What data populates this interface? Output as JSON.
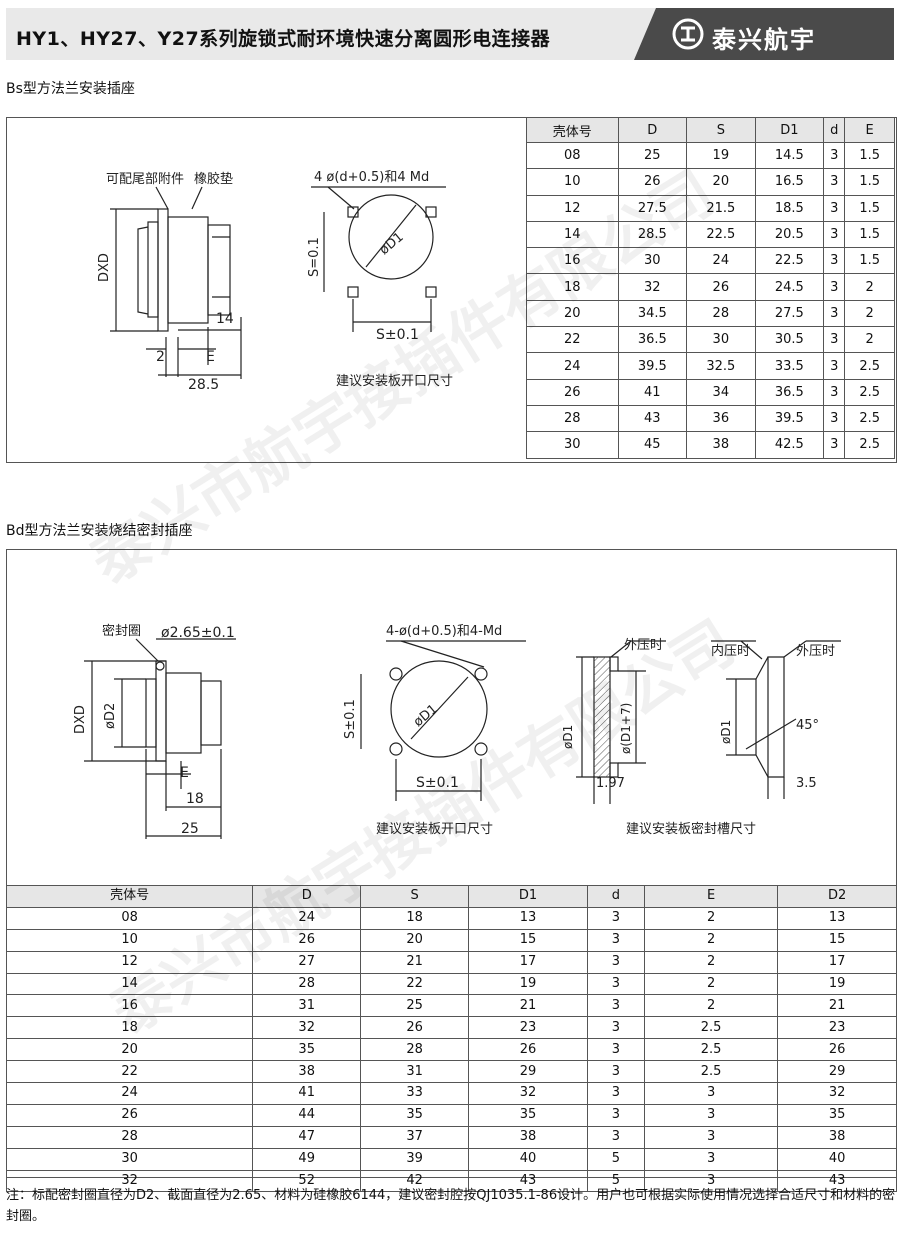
{
  "header": {
    "title": "HY1、HY27、Y27系列旋锁式耐环境快速分离圆形电连接器",
    "brand": "泰兴航宇",
    "brand_colors": {
      "bar": "#e9e9e9",
      "logo_bg": "#4a4a4a"
    }
  },
  "section1": {
    "title": "Bs型方法兰安装插座",
    "drawing": {
      "label_tail": "可配尾部附件",
      "label_gasket": "橡胶垫",
      "dim_dxd": "DXD",
      "dim_14": "14",
      "dim_2": "2",
      "dim_e": "E",
      "dim_285": "28.5",
      "hole_spec": "4 ø(d+0.5)和4 Md",
      "dim_s1": "S=0.1",
      "dim_d1": "øD1",
      "dim_s2": "S±0.1",
      "caption": "建议安装板开口尺寸"
    },
    "table": {
      "headers": [
        "壳体号",
        "D",
        "S",
        "D1",
        "d",
        "E"
      ],
      "rows": [
        [
          "08",
          "25",
          "19",
          "14.5",
          "3",
          "1.5"
        ],
        [
          "10",
          "26",
          "20",
          "16.5",
          "3",
          "1.5"
        ],
        [
          "12",
          "27.5",
          "21.5",
          "18.5",
          "3",
          "1.5"
        ],
        [
          "14",
          "28.5",
          "22.5",
          "20.5",
          "3",
          "1.5"
        ],
        [
          "16",
          "30",
          "24",
          "22.5",
          "3",
          "1.5"
        ],
        [
          "18",
          "32",
          "26",
          "24.5",
          "3",
          "2"
        ],
        [
          "20",
          "34.5",
          "28",
          "27.5",
          "3",
          "2"
        ],
        [
          "22",
          "36.5",
          "30",
          "30.5",
          "3",
          "2"
        ],
        [
          "24",
          "39.5",
          "32.5",
          "33.5",
          "3",
          "2.5"
        ],
        [
          "26",
          "41",
          "34",
          "36.5",
          "3",
          "2.5"
        ],
        [
          "28",
          "43",
          "36",
          "39.5",
          "3",
          "2.5"
        ],
        [
          "30",
          "45",
          "38",
          "42.5",
          "3",
          "2.5"
        ]
      ]
    }
  },
  "section2": {
    "title": "Bd型方法兰安装烧结密封插座",
    "drawing": {
      "label_seal": "密封圈",
      "seal_dim": "ø2.65±0.1",
      "dim_dxd": "DXD",
      "dim_d2": "øD2",
      "dim_e": "E",
      "dim_18": "18",
      "dim_25": "25",
      "hole_spec": "4-ø(d+0.5)和4-Md",
      "dim_s1": "S±0.1",
      "dim_d1": "øD1",
      "dim_s2": "S±0.1",
      "caption1": "建议安装板开口尺寸",
      "label_outer": "外压时",
      "label_inner": "内压时",
      "label_outer2": "外压时",
      "dim_d1a": "øD1",
      "dim_d17": "ø(D1+7)",
      "dim_197": "1.97",
      "dim_d1b": "øD1",
      "dim_45": "45°",
      "dim_35": "3.5",
      "caption2": "建议安装板密封槽尺寸"
    },
    "table": {
      "headers": [
        "壳体号",
        "D",
        "S",
        "D1",
        "d",
        "E",
        "D2"
      ],
      "rows": [
        [
          "08",
          "24",
          "18",
          "13",
          "3",
          "2",
          "13"
        ],
        [
          "10",
          "26",
          "20",
          "15",
          "3",
          "2",
          "15"
        ],
        [
          "12",
          "27",
          "21",
          "17",
          "3",
          "2",
          "17"
        ],
        [
          "14",
          "28",
          "22",
          "19",
          "3",
          "2",
          "19"
        ],
        [
          "16",
          "31",
          "25",
          "21",
          "3",
          "2",
          "21"
        ],
        [
          "18",
          "32",
          "26",
          "23",
          "3",
          "2.5",
          "23"
        ],
        [
          "20",
          "35",
          "28",
          "26",
          "3",
          "2.5",
          "26"
        ],
        [
          "22",
          "38",
          "31",
          "29",
          "3",
          "2.5",
          "29"
        ],
        [
          "24",
          "41",
          "33",
          "32",
          "3",
          "3",
          "32"
        ],
        [
          "26",
          "44",
          "35",
          "35",
          "3",
          "3",
          "35"
        ],
        [
          "28",
          "47",
          "37",
          "38",
          "3",
          "3",
          "38"
        ],
        [
          "30",
          "49",
          "39",
          "40",
          "5",
          "3",
          "40"
        ],
        [
          "32",
          "52",
          "42",
          "43",
          "5",
          "3",
          "43"
        ]
      ]
    }
  },
  "note": "注：标配密封圈直径为D2、截面直径为2.65、材料为硅橡胶6144，建议密封腔按QJ1035.1-86设计。用户也可根据实际使用情况选择合适尺寸和材料的密封圈。",
  "watermark": "泰兴市航宇接插件有限公司"
}
